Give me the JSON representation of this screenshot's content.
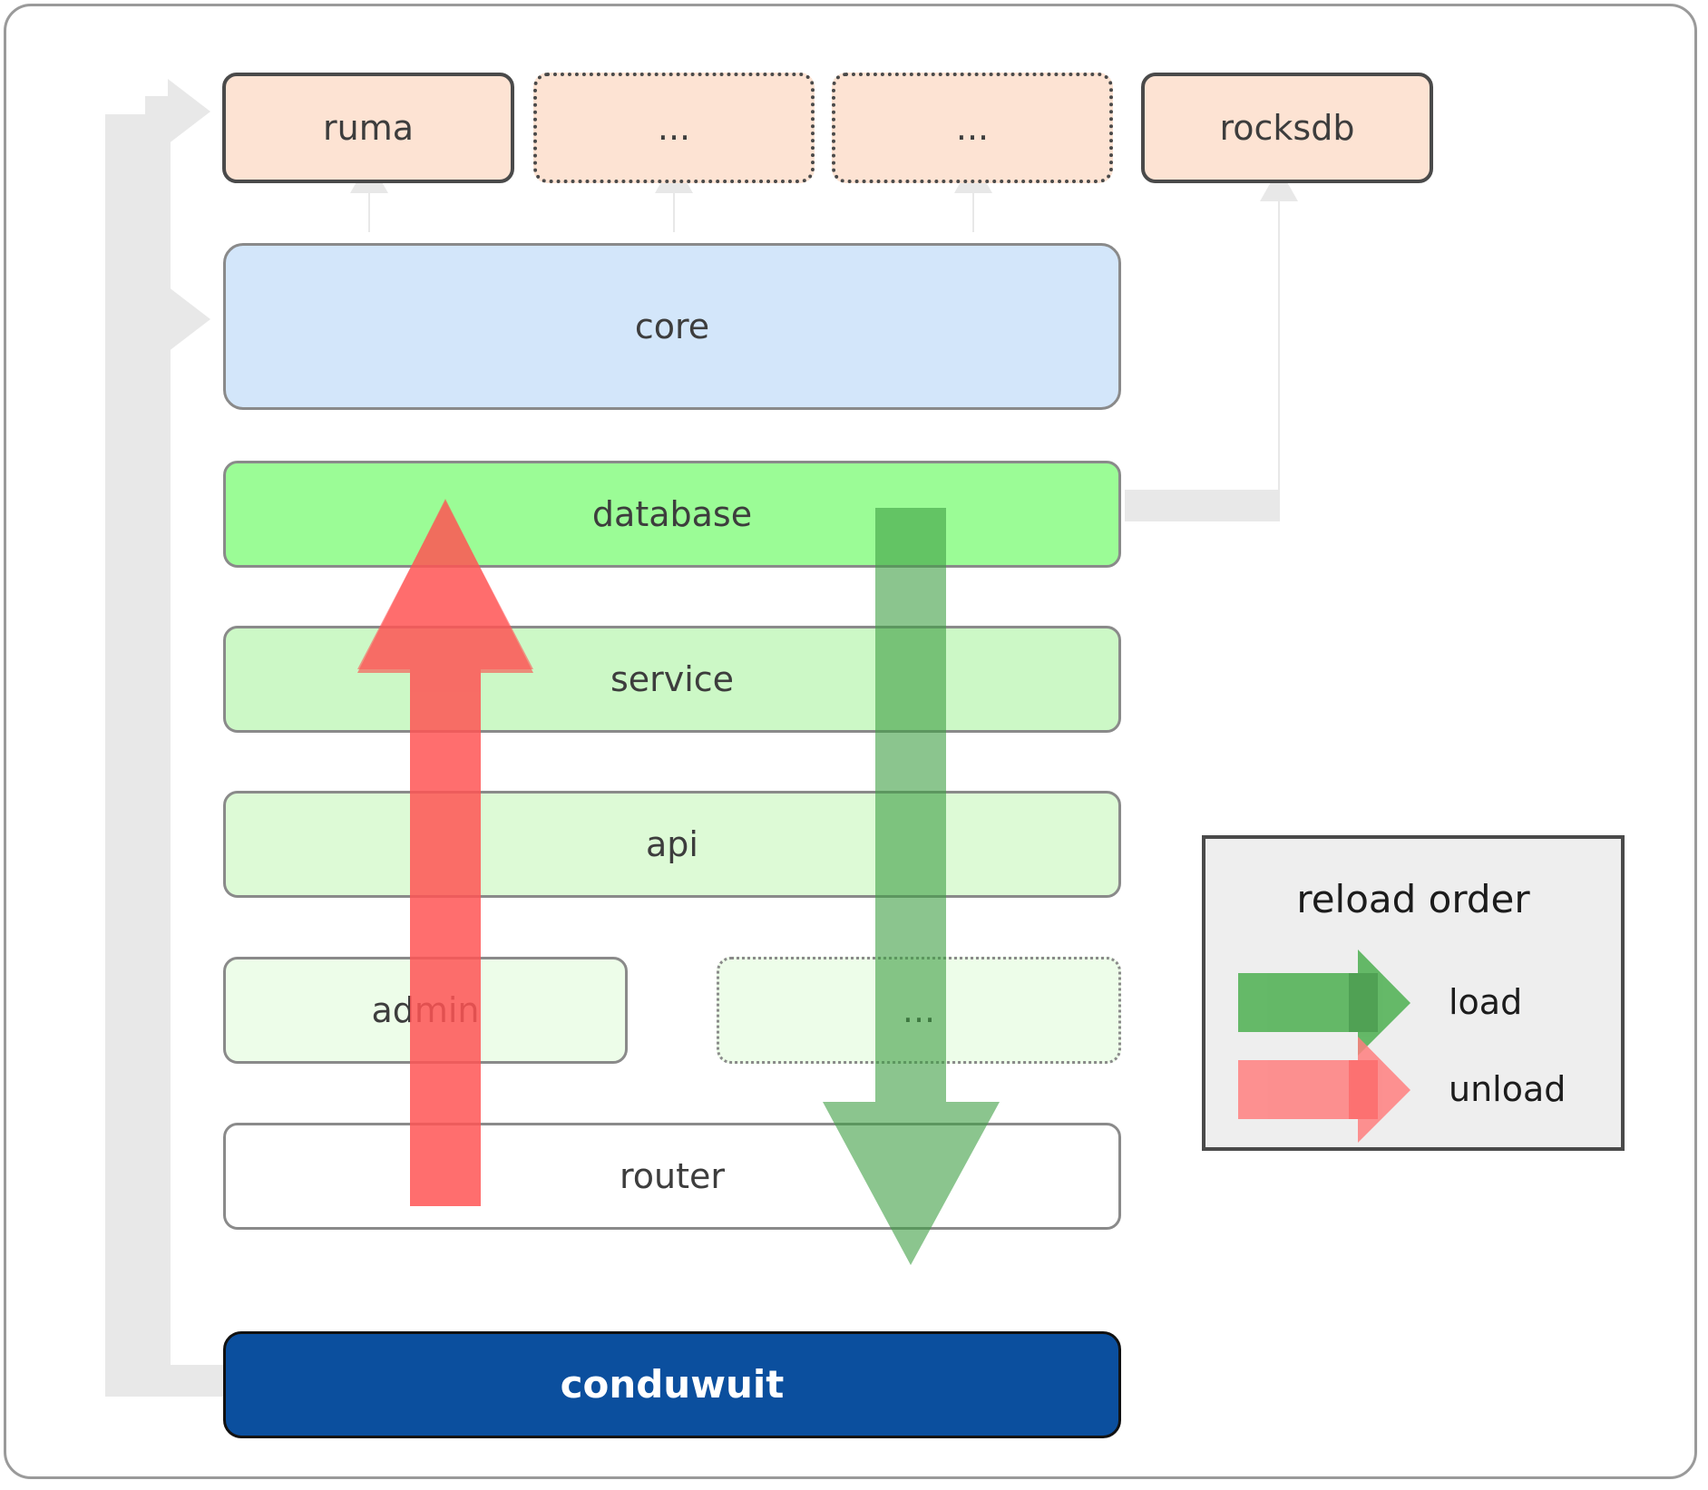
{
  "diagram": {
    "title": "conduwuit crate architecture / reload order",
    "crates_row": [
      {
        "id": "ruma",
        "label": "ruma",
        "style": "solid"
      },
      {
        "id": "dots1",
        "label": "...",
        "style": "dotted"
      },
      {
        "id": "dots2",
        "label": "...",
        "style": "dotted"
      },
      {
        "id": "rocksdb",
        "label": "rocksdb",
        "style": "solid"
      }
    ],
    "layers": [
      {
        "id": "core",
        "label": "core"
      },
      {
        "id": "database",
        "label": "database"
      },
      {
        "id": "service",
        "label": "service"
      },
      {
        "id": "api",
        "label": "api"
      },
      {
        "id": "admin",
        "label": "admin"
      },
      {
        "id": "dots3",
        "label": "..."
      },
      {
        "id": "router",
        "label": "router"
      }
    ],
    "binary": {
      "id": "conduwuit",
      "label": "conduwuit"
    },
    "legend": {
      "title": "reload order",
      "entries": [
        {
          "id": "load",
          "label": "load",
          "color": "#4caf50"
        },
        {
          "id": "unload",
          "label": "unload",
          "color": "#ff7f7f"
        }
      ]
    },
    "colors": {
      "crate_fill": "#fde3d3",
      "crate_stroke": "#4a4a4a",
      "core_fill": "#d3e6fa",
      "database_fill": "#9bfc96",
      "service_fill": "#ccf8c6",
      "api_fill": "#ddfad6",
      "admin_fill": "#edfde9",
      "router_fill": "#ffffff",
      "conduwuit_fill": "#0b4f9e",
      "connector": "#e8e8e8",
      "legend_fill": "#eeeeee",
      "load_arrow": "#4caf50",
      "unload_arrow": "#ff7f7f"
    }
  }
}
